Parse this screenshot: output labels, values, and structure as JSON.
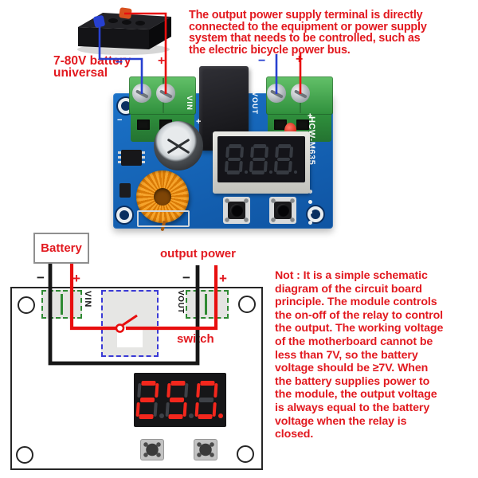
{
  "colors": {
    "red_text": "#e2191f",
    "wire_red": "#e80f0f",
    "wire_blue": "#2740d0",
    "pcb_blue": "#1467bd",
    "terminal_green": "#3fa24b",
    "sch_green": "#2f8a33",
    "sch_blue": "#3a3ad6",
    "seg_on": "#f3271d",
    "led_red": "#d41408"
  },
  "top_note": {
    "lines": [
      "The output power supply terminal is directly",
      "connected to the equipment or power supply",
      "system that needs to be controlled, such as",
      "the electric bicycle power bus."
    ]
  },
  "battery_label": {
    "line1": "7-80V battery",
    "line2": "universal"
  },
  "photo": {
    "labels": {
      "vin_minus": "−",
      "vin_plus": "+",
      "vout_minus": "−",
      "vout_plus": "+"
    },
    "pcb": {
      "model": "HCW-M635",
      "vin_label": "VIN",
      "vout_label": "VOUT",
      "vin_minus": "−",
      "vin_plus": "+",
      "vout_plus": "+",
      "display": {
        "digits": [
          "8",
          "8",
          "8"
        ],
        "lit": false
      }
    }
  },
  "schematic": {
    "battery_box_label": "Battery",
    "output_power_label": "output power",
    "switch_label": "switch",
    "vin_label": "VIN",
    "vout_label": "VOUT",
    "left_minus": "−",
    "left_plus": "+",
    "right_minus": "−",
    "right_plus": "+",
    "display": {
      "value": "25.0",
      "digits": [
        "2",
        "5",
        "0"
      ],
      "decimal_lit": [
        false,
        false,
        true
      ],
      "lit": true
    }
  },
  "note": {
    "lines": [
      "Not : It is a simple schematic",
      "diagram of the circuit board",
      "principle. The module controls",
      "the on-off of the relay to control",
      "the output. The working voltage",
      "of the motherboard cannot be",
      "less than 7V, so the battery",
      "voltage should be ≥7V. When",
      "the battery supplies power to",
      "the module, the output voltage",
      "is always equal to the battery",
      "voltage when the relay is",
      "closed."
    ]
  }
}
